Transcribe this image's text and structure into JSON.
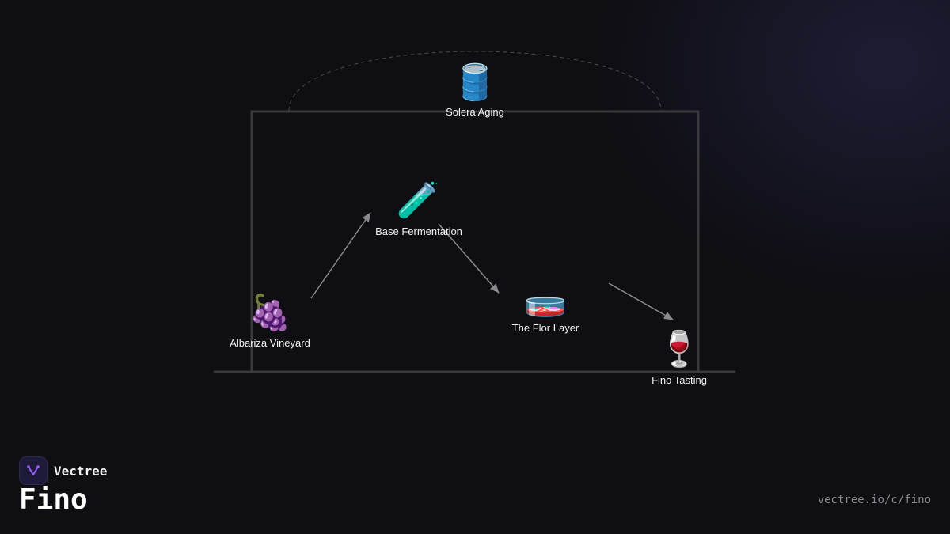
{
  "brand": {
    "name": "Vectree",
    "logo_icon": "vectree-logo-icon",
    "accent": "#9b5cff"
  },
  "page": {
    "title": "Fino",
    "url": "vectree.io/c/fino"
  },
  "diagram": {
    "nodes": [
      {
        "id": "vineyard",
        "label": "Albariza Vineyard",
        "icon": "🍇",
        "icon_name": "grapes-icon"
      },
      {
        "id": "fermentation",
        "label": "Base Fermentation",
        "icon": "🧪",
        "icon_name": "test-tube-icon"
      },
      {
        "id": "solera",
        "label": "Solera Aging",
        "icon": "🛢️",
        "icon_name": "barrel-icon"
      },
      {
        "id": "flor",
        "label": "The Flor Layer",
        "icon": "🧫",
        "icon_name": "petri-dish-icon"
      },
      {
        "id": "tasting",
        "label": "Fino Tasting",
        "icon": "🍷",
        "icon_name": "wine-glass-icon"
      }
    ],
    "edges": [
      {
        "from": "vineyard",
        "to": "fermentation"
      },
      {
        "from": "fermentation",
        "to": "flor"
      },
      {
        "from": "flor",
        "to": "tasting"
      }
    ],
    "colors": {
      "frame": "#3a3a3c",
      "edge": "#8a8a8a",
      "dashed": "#4a4a4e",
      "label": "#f2f2f2"
    }
  }
}
